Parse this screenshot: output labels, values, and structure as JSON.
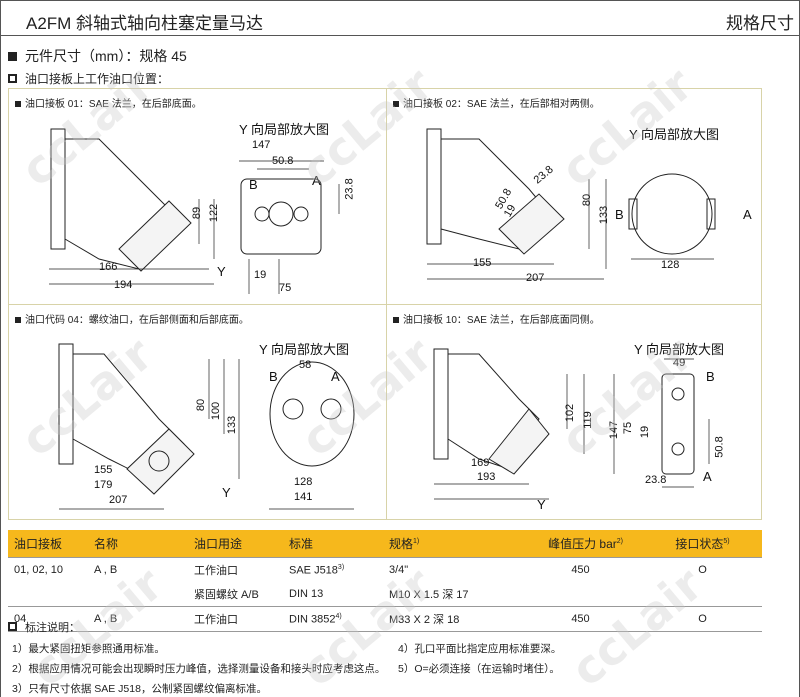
{
  "header": {
    "title": "A2FM 斜轴式轴向柱塞定量马达",
    "right": "规格尺寸"
  },
  "section": {
    "heading": "元件尺寸（mm）：规格 45",
    "subheading": "油口接板上工作油口位置："
  },
  "panels": [
    {
      "title": "油口接板 01：SAE 法兰，在后部底面。",
      "view": "Y 向局部放大图",
      "dims": {
        "d147": "147",
        "d50_8": "50.8",
        "d23_8": "23.8",
        "d89": "89",
        "d122": "122",
        "d166": "166",
        "d194": "194",
        "d19": "19",
        "d75": "75",
        "A": "A",
        "B": "B",
        "Y": "Y"
      }
    },
    {
      "title": "油口接板 02：SAE 法兰，在后部相对两侧。",
      "view": "Y 向局部放大图",
      "dims": {
        "d23_8": "23.8",
        "d50_8": "50.8",
        "d19": "19",
        "d80": "80",
        "d133": "133",
        "d155": "155",
        "d207": "207",
        "d128": "128",
        "A": "A",
        "B": "B"
      }
    },
    {
      "title": "油口代码 04：螺纹油口，在后部侧面和后部底面。",
      "view": "Y 向局部放大图",
      "dims": {
        "d58": "58",
        "d80": "80",
        "d100": "100",
        "d133": "133",
        "d155": "155",
        "d179": "179",
        "d207": "207",
        "d128": "128",
        "d141": "141",
        "A": "A",
        "B": "B",
        "Y": "Y"
      }
    },
    {
      "title": "油口接板 10：SAE 法兰，在后部底面同侧。",
      "view": "Y 向局部放大图",
      "dims": {
        "d49": "49",
        "d102": "102",
        "d119": "119",
        "d147": "147",
        "d75": "75",
        "d19": "19",
        "d50_8": "50.8",
        "d169": "169",
        "d193": "193",
        "d23_8": "23.8",
        "A": "A",
        "B": "B",
        "Y": "Y"
      }
    }
  ],
  "table": {
    "headers": [
      "油口接板",
      "名称",
      "油口用途",
      "标准",
      "规格",
      "峰值压力 bar",
      "接口状态"
    ],
    "header_sups": [
      "",
      "",
      "",
      "",
      "1)",
      "2)",
      "5)"
    ],
    "rows": [
      {
        "plate": "01, 02, 10",
        "name": "A , B",
        "use": "工作油口",
        "std": "SAE J518",
        "std_sup": "3)",
        "spec": "3/4\"",
        "pressure": "450",
        "state": "O"
      },
      {
        "plate": "",
        "name": "",
        "use": "紧固螺纹 A/B",
        "std": "DIN 13",
        "std_sup": "",
        "spec": "M10 X 1.5 深 17",
        "pressure": "",
        "state": ""
      },
      {
        "plate": "04",
        "name": "A , B",
        "use": "工作油口",
        "std": "DIN 3852",
        "std_sup": "4)",
        "spec": "M33 X 2 深 18",
        "pressure": "450",
        "state": "O"
      }
    ]
  },
  "notes": {
    "heading": "标注说明：",
    "items": [
      "1）最大紧固扭矩参照通用标准。",
      "2）根据应用情况可能会出现瞬时压力峰值，选择测量设备和接头时应考虑这点。",
      "3）只有尺寸依据 SAE J518，公制紧固螺纹偏离标准。",
      "4）孔口平面比指定应用标准要深。",
      "5）O=必须连接（在运输时堵住）。"
    ]
  },
  "watermark": "ccLair",
  "colors": {
    "table_header": "#f6b81c",
    "panel_border": "#d8d3a8"
  }
}
